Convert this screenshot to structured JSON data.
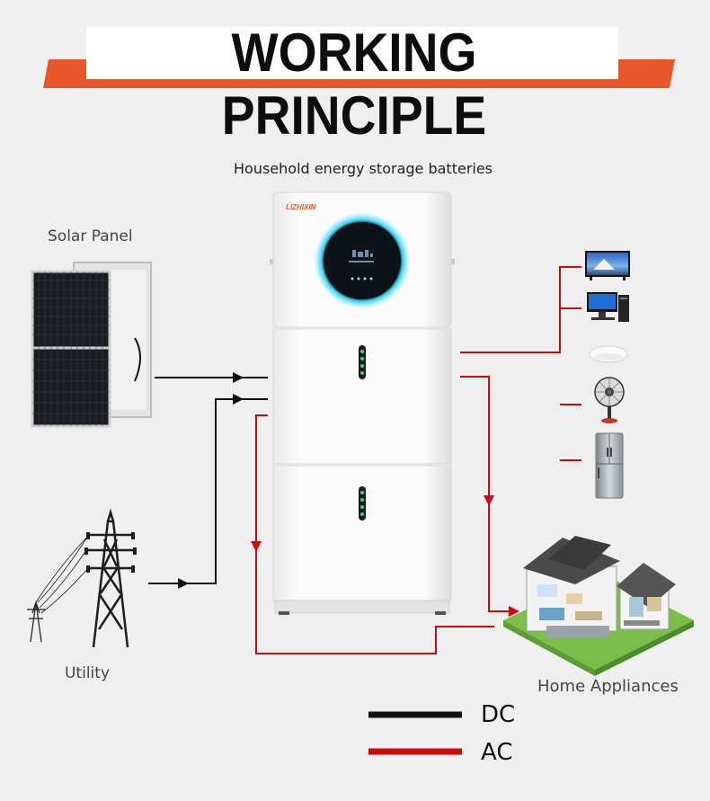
{
  "title": "WORKING PRINCIPLE",
  "device": {
    "caption": "Household energy storage batteries",
    "brand": "LIZHIXIN"
  },
  "sources": {
    "solar_label": "Solar Panel",
    "utility_label": "Utility"
  },
  "home_label": "Home Appliances",
  "legend": {
    "dc_label": "DC",
    "ac_label": "AC",
    "dc_color": "#111111",
    "ac_color": "#cc0a0a"
  },
  "appliances": [
    "tv-icon",
    "desktop-computer-icon",
    "ceiling-lamp-icon",
    "standing-fan-icon",
    "refrigerator-icon"
  ]
}
